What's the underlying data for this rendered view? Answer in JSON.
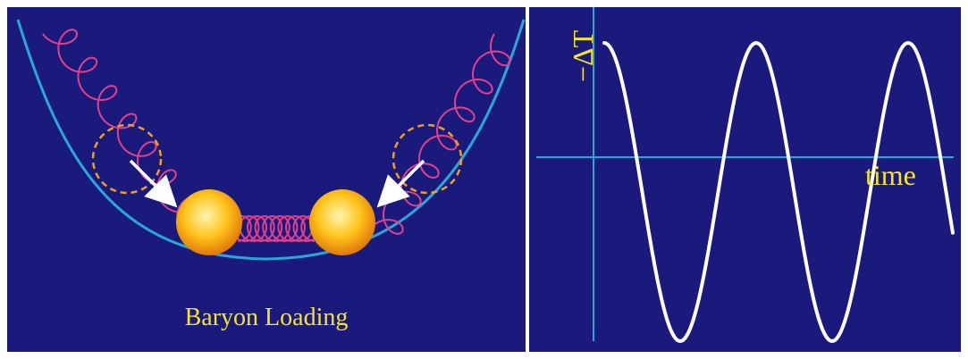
{
  "diagram": {
    "caption": "Baryon Loading",
    "plot": {
      "y_label": "−ΔT",
      "x_label": "time"
    },
    "colors": {
      "background": "#1a1a7c",
      "bowl": "#29a8d8",
      "spring": "#e0408c",
      "ball_center": "#fff3a0",
      "ball_edge": "#f08a10",
      "dashed_circle": "#f0a020",
      "arrow": "#ffffff",
      "axis": "#29a8d8",
      "curve": "#ffffff",
      "text": "#f5e42a"
    }
  }
}
